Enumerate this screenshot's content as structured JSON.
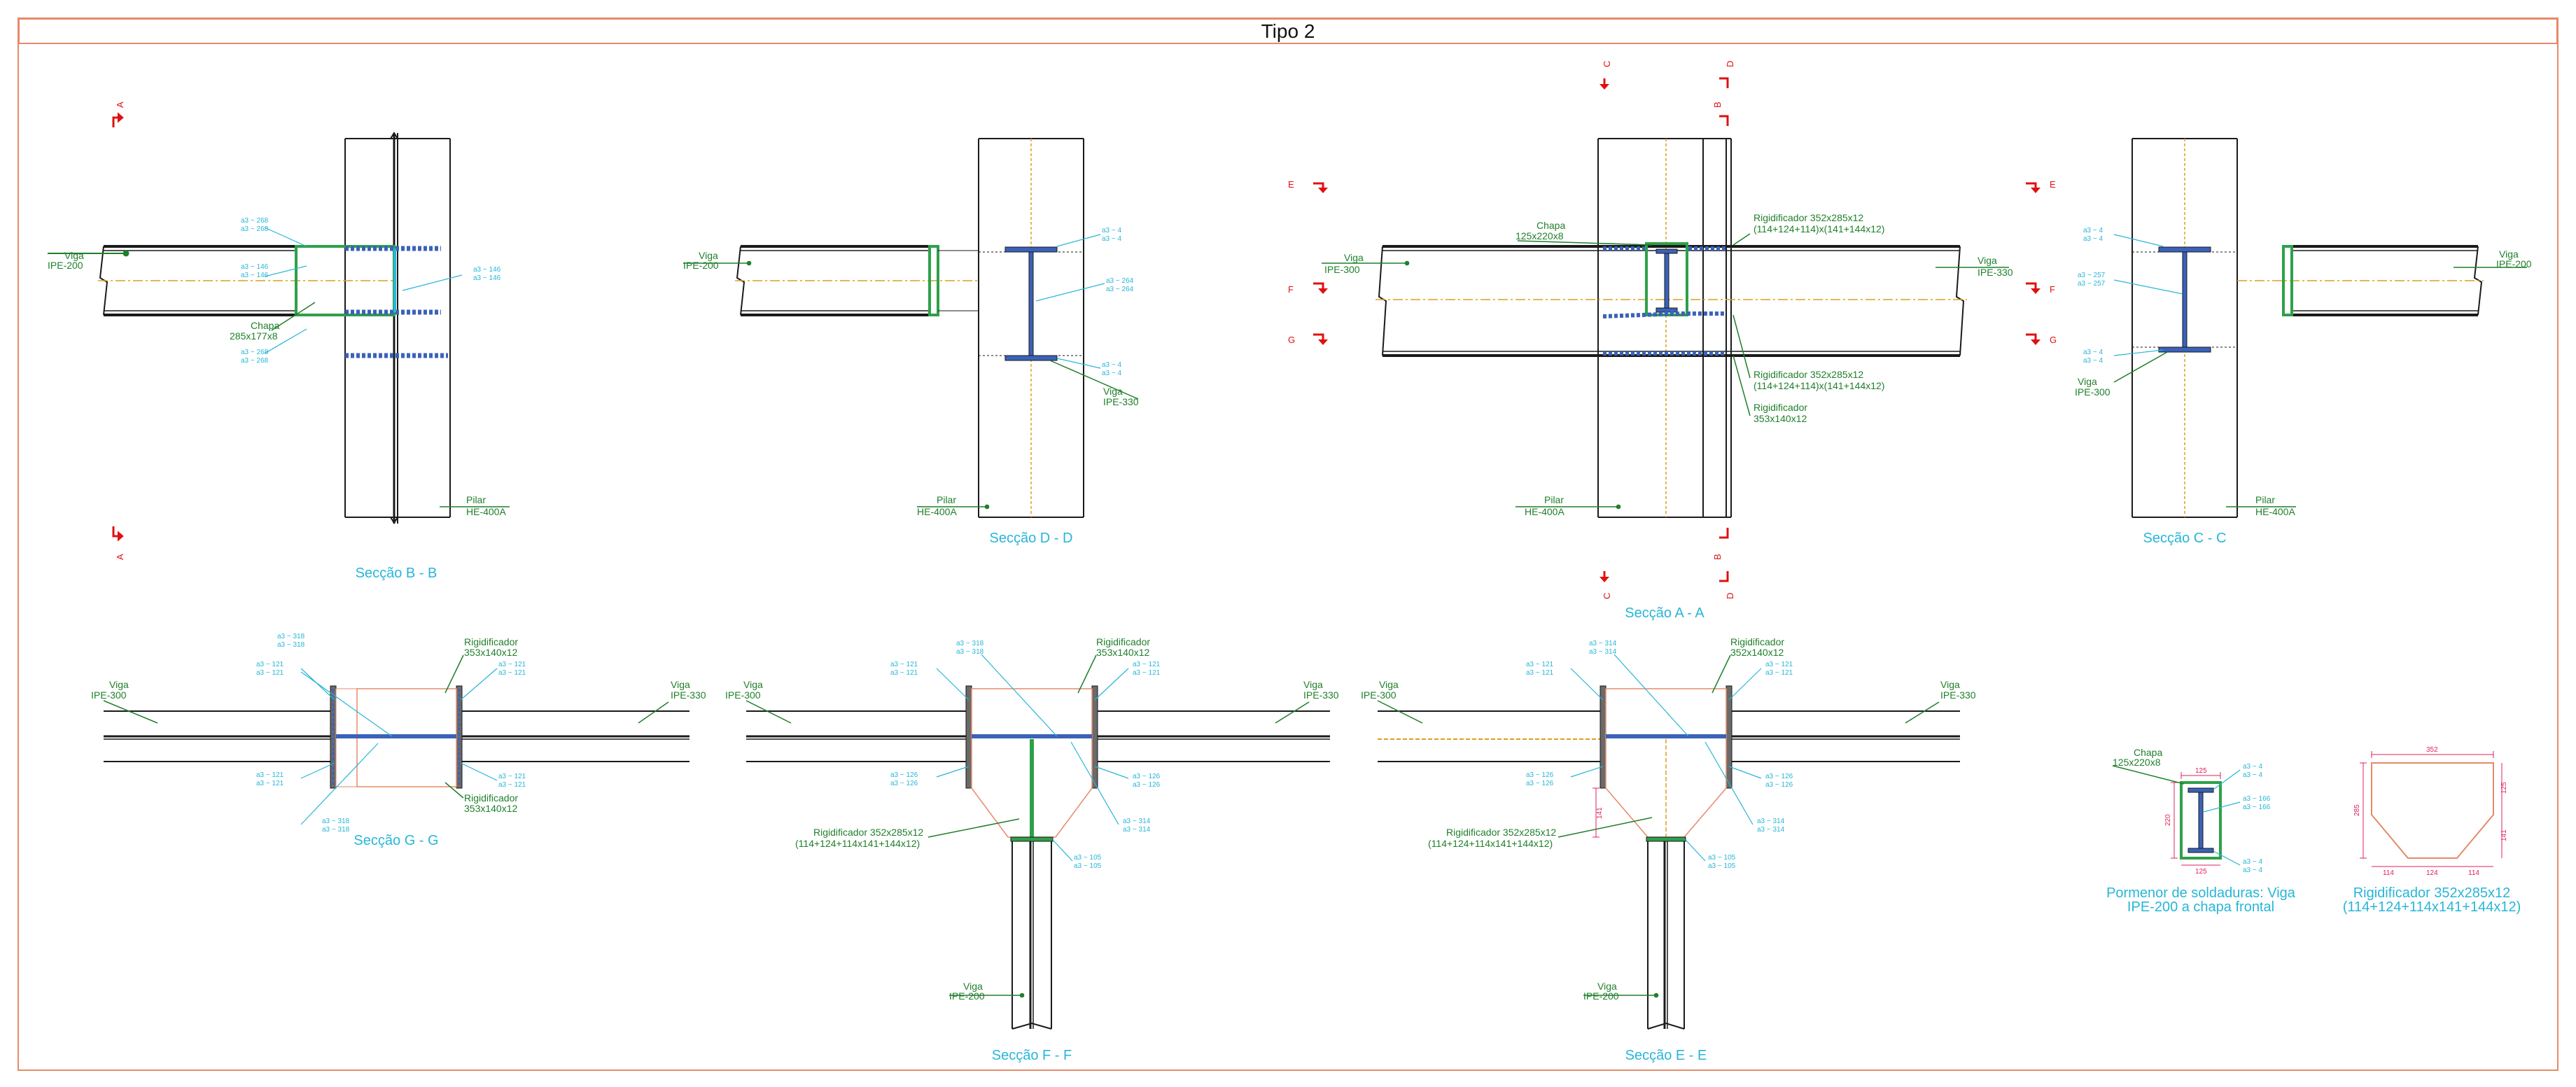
{
  "title": "Tipo 2",
  "views": {
    "bb": {
      "title": "Secção B - B",
      "beam_lbl": "Viga",
      "beam_prof": "IPE-200",
      "col_lbl": "Pilar",
      "col_prof": "HE-400A",
      "plate_lbl": "Chapa",
      "plate_dim": "285x177x8",
      "cut": "A"
    },
    "dd": {
      "title": "Secção D - D",
      "beam_lbl": "Viga",
      "beam_prof": "IPE-200",
      "beam2_lbl": "Viga",
      "beam2_prof": "IPE-330",
      "col_lbl": "Pilar",
      "col_prof": "HE-400A"
    },
    "aa": {
      "title": "Secção A - A",
      "beam_l_lbl": "Viga",
      "beam_l_prof": "IPE-300",
      "beam_r_lbl": "Viga",
      "beam_r_prof": "IPE-330",
      "col_lbl": "Pilar",
      "col_prof": "HE-400A",
      "plate_lbl": "Chapa",
      "plate_dim": "125x220x8",
      "r1_lbl": "Rigidificador 352x285x12",
      "r1_dim": "(114+124+114)x(141+144x12)",
      "r2_lbl": "Rigidificador 352x285x12",
      "r2_dim": "(114+124+114)x(141+144x12)",
      "r3_lbl": "Rigidificador",
      "r3_dim": "353x140x12",
      "cut_c": "C",
      "cut_d": "D",
      "cut_b": "B",
      "cut_e": "E",
      "cut_f": "F",
      "cut_g": "G"
    },
    "cc": {
      "title": "Secção C - C",
      "beam_lbl": "Viga",
      "beam_prof": "IPE-200",
      "beam2_lbl": "Viga",
      "beam2_prof": "IPE-300",
      "col_lbl": "Pilar",
      "col_prof": "HE-400A",
      "cut_e": "E",
      "cut_f": "F",
      "cut_g": "G"
    },
    "gg": {
      "title": "Secção G - G",
      "beam_l_lbl": "Viga",
      "beam_l_prof": "IPE-300",
      "beam_r_lbl": "Viga",
      "beam_r_prof": "IPE-330",
      "r_top_lbl": "Rigidificador",
      "r_top_dim": "353x140x12",
      "r_bot_lbl": "Rigidificador",
      "r_bot_dim": "353x140x12"
    },
    "ff": {
      "title": "Secção F - F",
      "beam_l_lbl": "Viga",
      "beam_l_prof": "IPE-300",
      "beam_r_lbl": "Viga",
      "beam_r_prof": "IPE-330",
      "beam_d_lbl": "Viga",
      "beam_d_prof": "IPE-200",
      "r_top_lbl": "Rigidificador",
      "r_top_dim": "353x140x12",
      "r_big_lbl": "Rigidificador 352x285x12",
      "r_big_dim": "(114+124+114x141+144x12)"
    },
    "ee": {
      "title": "Secção E - E",
      "beam_l_lbl": "Viga",
      "beam_l_prof": "IPE-300",
      "beam_r_lbl": "Viga",
      "beam_r_prof": "IPE-330",
      "beam_d_lbl": "Viga",
      "beam_d_prof": "IPE-200",
      "r_top_lbl": "Rigidificador",
      "r_top_dim": "352x140x12",
      "r_big_lbl": "Rigidificador 352x285x12",
      "r_big_dim": "(114+124+114x141+144x12)"
    }
  },
  "details": {
    "weld": {
      "title_1": "Pormenor de soldaduras: Viga",
      "title_2": "IPE-200 a chapa frontal",
      "plate_lbl": "Chapa",
      "plate_dim": "125x220x8",
      "dim_w": "125",
      "dim_h": "220",
      "dim_b": "125"
    },
    "stiff": {
      "title_1": "Rigidificador 352x285x12",
      "title_2": "(114+124+114x141+144x12)",
      "dim_top": "352",
      "dim_left": "285",
      "dim_r1": "125",
      "dim_r2": "141",
      "dim_b1": "114",
      "dim_b2": "124",
      "dim_b3": "114"
    }
  },
  "colors": {
    "frame": "#e58a6a",
    "steel": "#1a1a1a",
    "label": "#1f7f2a",
    "weld": "#27b6d8",
    "section_mark": "#e01010",
    "axis": "#d9a020",
    "stiffener": "#3a62b8"
  }
}
